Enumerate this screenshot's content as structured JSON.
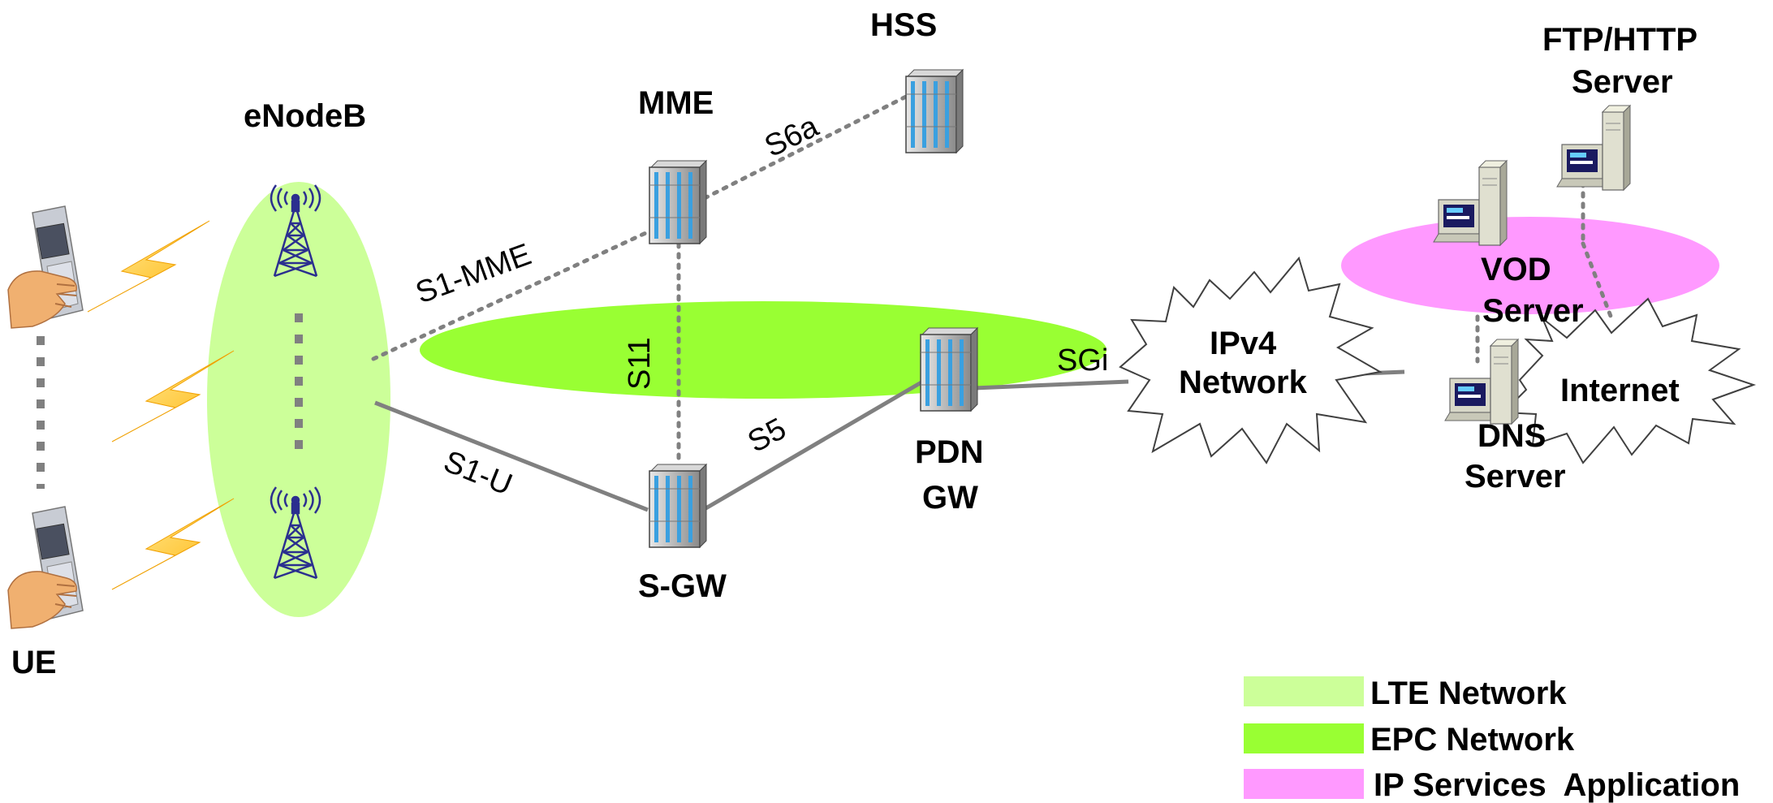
{
  "nodes": {
    "ue": "UE",
    "enodeb": "eNodeB",
    "mme": "MME",
    "hss": "HSS",
    "sgw": "S-GW",
    "pdn_gw": [
      "PDN",
      "GW"
    ],
    "ipv4_network": [
      "IPv4",
      "Network"
    ],
    "internet": "Internet",
    "ftp_http_server": [
      "FTP/HTTP",
      "Server"
    ],
    "vod_server": [
      "VOD",
      "Server"
    ],
    "dns_server": [
      "DNS",
      "Server"
    ]
  },
  "interfaces": {
    "s1_mme": "S1-MME",
    "s6a": "S6a",
    "s11": "S11",
    "s1_u": "S1-U",
    "s5": "S5",
    "sgi": "SGi"
  },
  "legend": [
    {
      "label": "LTE Network",
      "color": "#ccff99"
    },
    {
      "label": "EPC Network",
      "color": "#99ff33"
    },
    {
      "label": "IP Services  Application",
      "color": "#ff99ff"
    }
  ],
  "colors": {
    "lte_region": "#ccff99",
    "epc_region": "#99ff33",
    "ip_services_region": "#ff99ff",
    "link_line": "#808080",
    "lightning": "#ffcc33",
    "tower": "#2b2f8f"
  }
}
